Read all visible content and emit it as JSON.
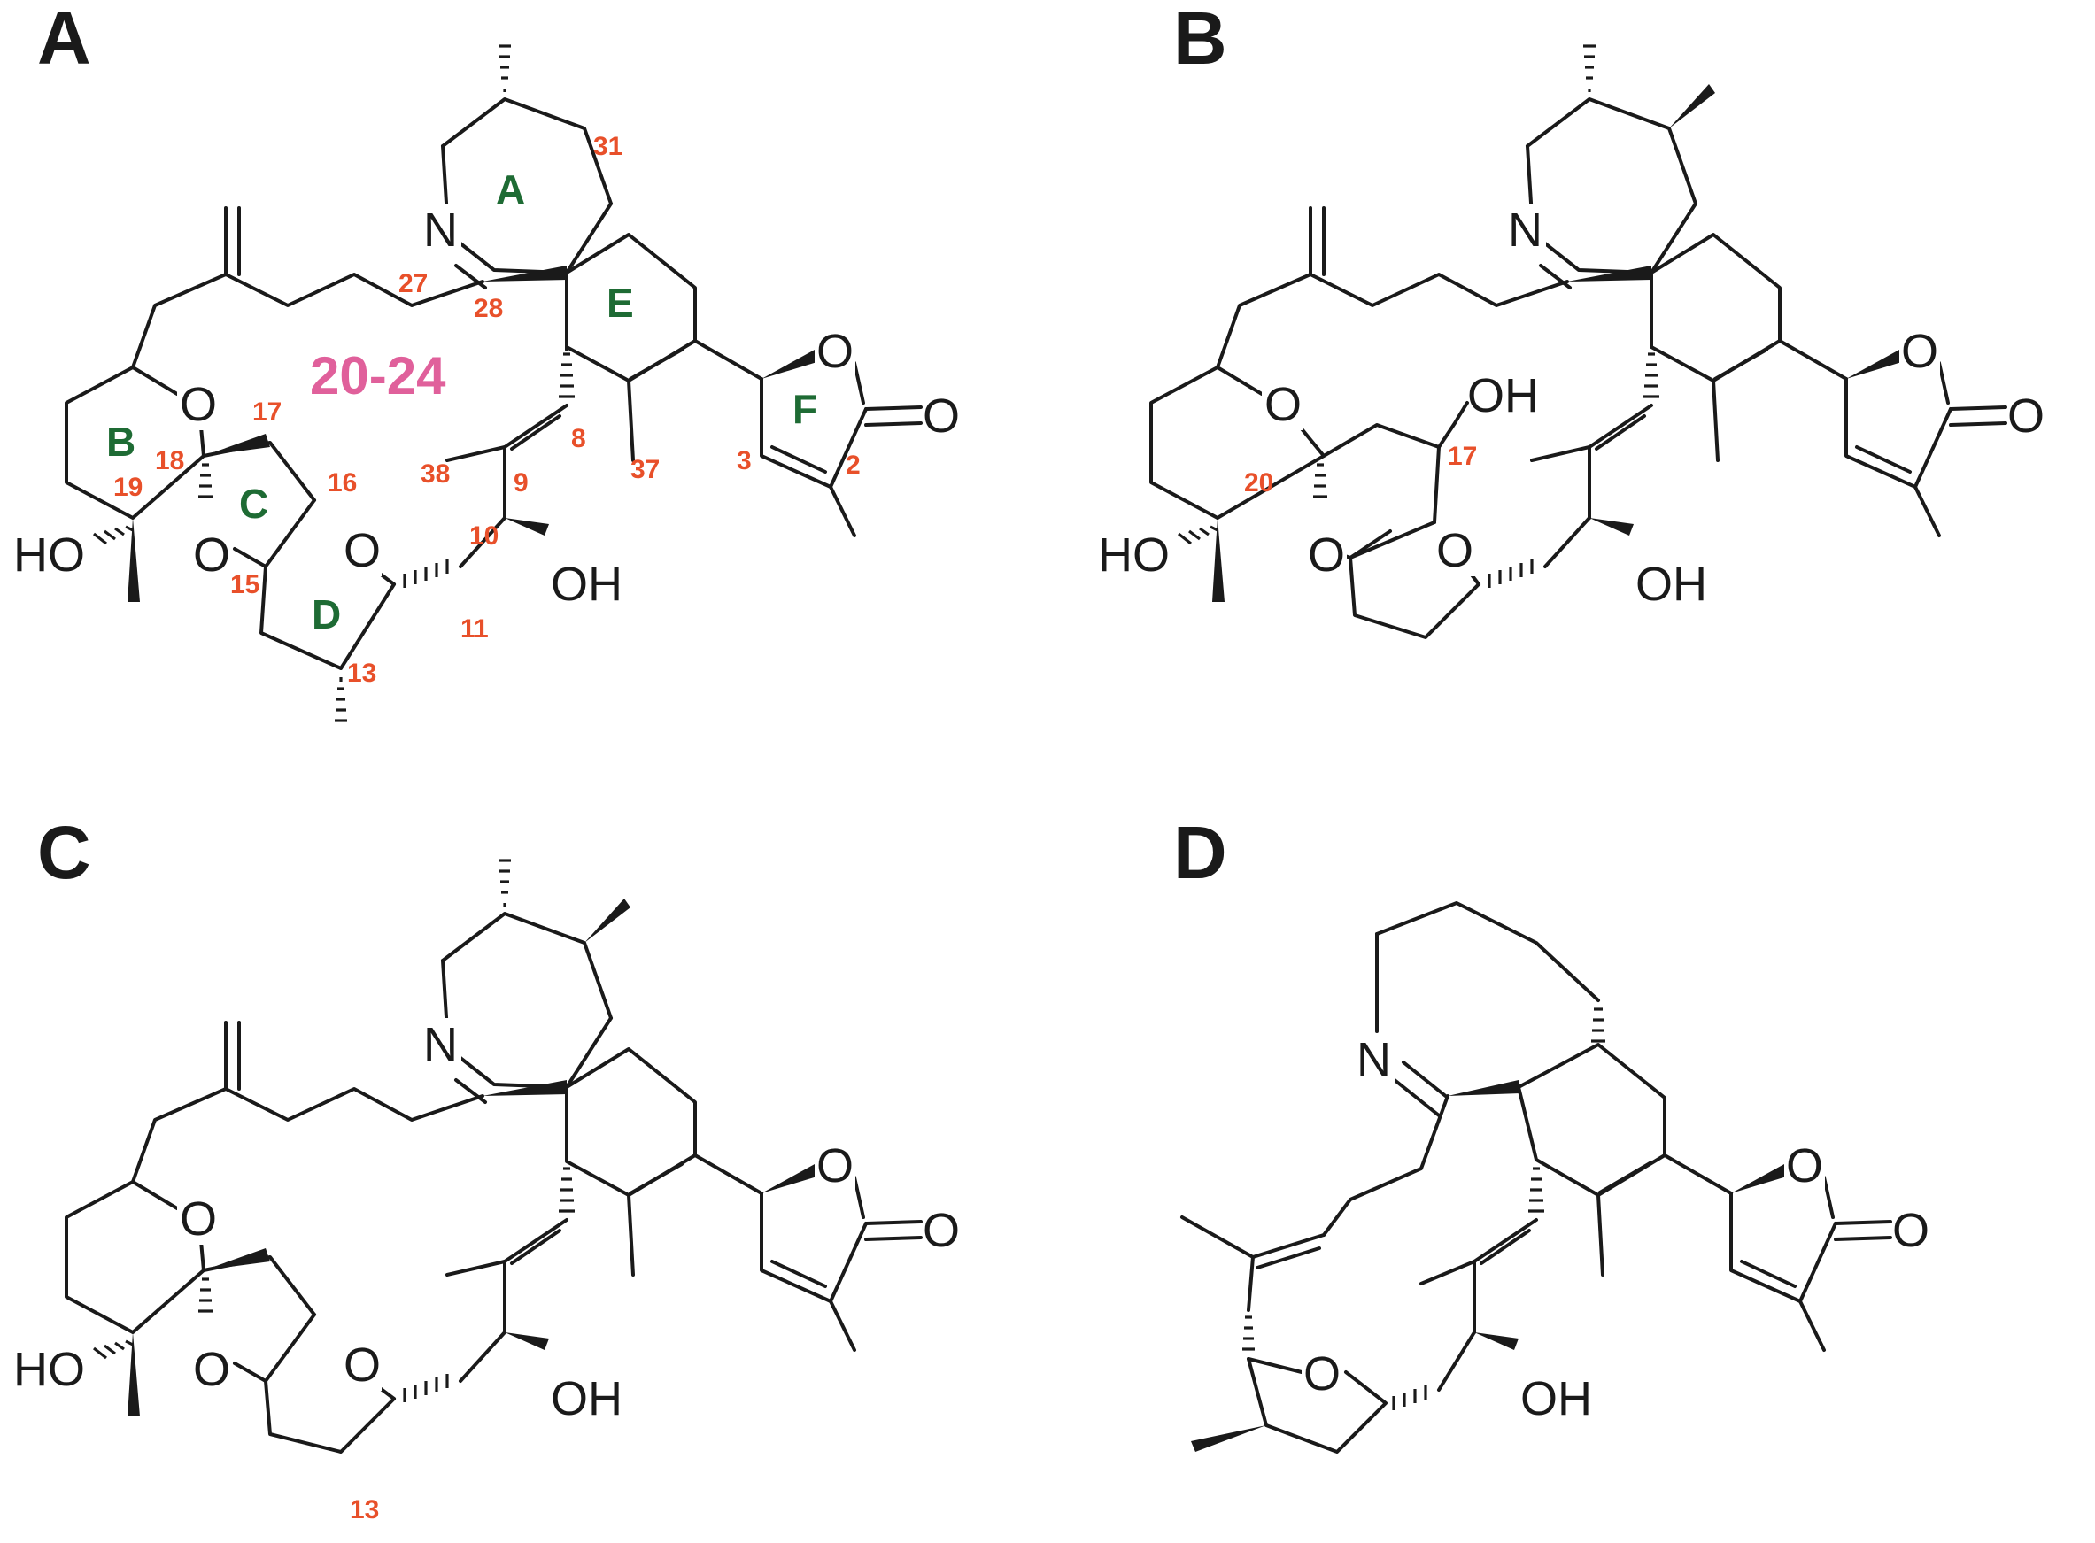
{
  "panels": [
    {
      "id": "A",
      "letter": "A",
      "atoms": {
        "N": "N",
        "O_pyran": "O",
        "O_ring_c": "O",
        "O_ring_d": "O",
        "O_lactone": "O",
        "O_carbonyl": "O",
        "HO": "HO",
        "OH": "OH"
      },
      "ring_labels": {
        "A": "A",
        "B": "B",
        "C": "C",
        "D": "D",
        "E": "E",
        "F": "F"
      },
      "numbers": {
        "n31": "31",
        "n27": "27",
        "n28": "28",
        "n17": "17",
        "n16": "16",
        "n18": "18",
        "n19": "19",
        "n15": "15",
        "n13": "13",
        "n11": "11",
        "n10": "10",
        "n9": "9",
        "n8": "8",
        "n38": "38",
        "n37": "37",
        "n3": "3",
        "n2": "2"
      },
      "class_label": "20-24"
    },
    {
      "id": "B",
      "letter": "B",
      "atoms": {
        "N": "N",
        "O_pyran": "O",
        "O_spiro": "O",
        "O_thf": "O",
        "O_lactone": "O",
        "O_carbonyl": "O",
        "HO": "HO",
        "OH_side": "OH",
        "OH_17": "OH"
      },
      "numbers": {
        "n20": "20",
        "n17": "17"
      }
    },
    {
      "id": "C",
      "letter": "C",
      "atoms": {
        "N": "N",
        "O_pyran": "O",
        "O_ring_c": "O",
        "O_ring_d": "O",
        "O_lactone": "O",
        "O_carbonyl": "O",
        "HO": "HO",
        "OH": "OH"
      },
      "numbers": {
        "n13": "13"
      }
    },
    {
      "id": "D",
      "letter": "D",
      "atoms": {
        "N": "N",
        "O_thf": "O",
        "O_lactone": "O",
        "O_carbonyl": "O",
        "OH": "OH"
      }
    }
  ],
  "colors": {
    "bond": "#1a1a1a",
    "atom_numbers": "#e8502a",
    "ring_labels": "#1e6b34",
    "class_label": "#e0609b"
  }
}
